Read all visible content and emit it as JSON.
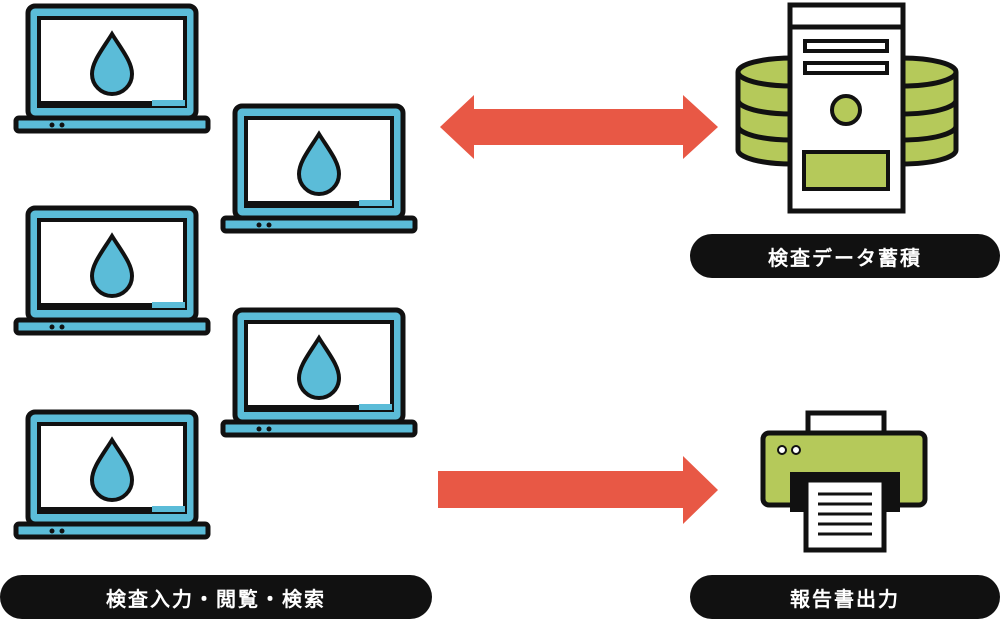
{
  "labels": {
    "input_view_search": "検査入力・閲覧・検索",
    "data_storage": "検査データ蓄積",
    "report_output": "報告書出力"
  },
  "colors": {
    "screen_blue": "#5bbcd8",
    "arrow_red": "#e85845",
    "accent_green": "#b5c95a",
    "outline": "#111111",
    "pill_bg": "#111111",
    "pill_text": "#ffffff"
  },
  "icons": {
    "laptop": "laptop-icon",
    "drop": "water-drop-icon",
    "server": "database-server-icon",
    "printer": "printer-icon"
  },
  "arrows": {
    "top": "bidirectional",
    "bottom": "right"
  },
  "laptop_count": 5
}
